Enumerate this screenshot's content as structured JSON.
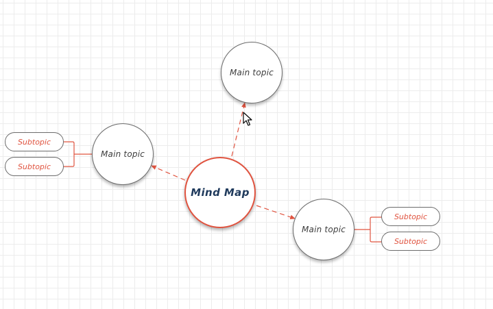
{
  "central": {
    "label": "Mind Map"
  },
  "main_topics": [
    {
      "label": "Main topic"
    },
    {
      "label": "Main topic"
    },
    {
      "label": "Main topic"
    }
  ],
  "subtopics_left": [
    {
      "label": "Subtopic"
    },
    {
      "label": "Subtopic"
    }
  ],
  "subtopics_right": [
    {
      "label": "Subtopic"
    },
    {
      "label": "Subtopic"
    }
  ],
  "colors": {
    "accent": "#e0533f",
    "node_border": "#6b6b6b",
    "central_text": "#1f3a5c",
    "topic_text": "#3d3d3d",
    "grid": "#ececec"
  },
  "icons": {
    "cursor": "mouse-pointer-icon"
  }
}
